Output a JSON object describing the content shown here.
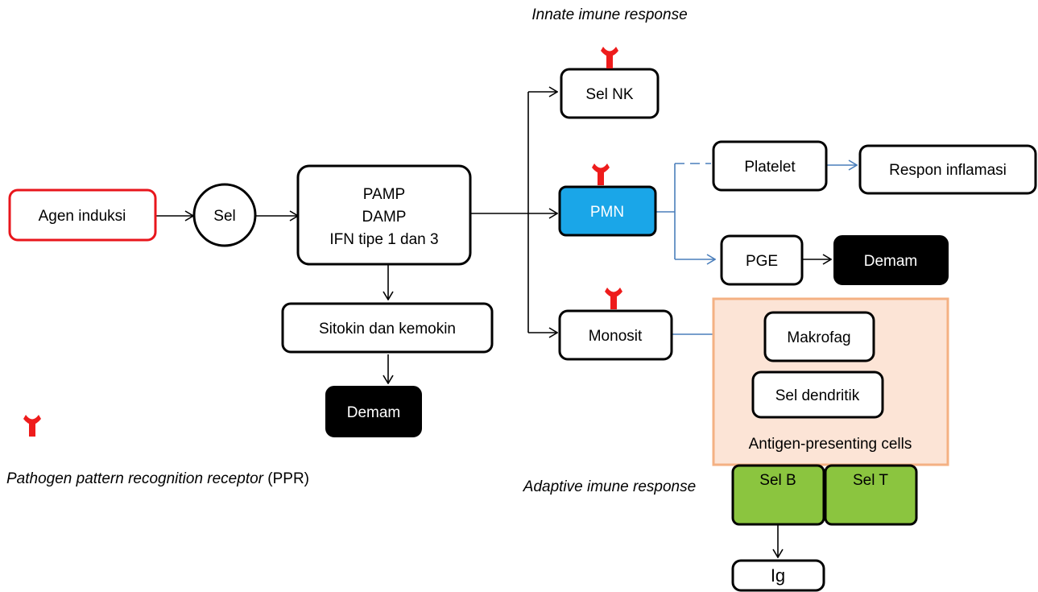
{
  "title_innate": "Innate imune response",
  "title_adaptive": "Adaptive imune response",
  "nodes": {
    "agen": "Agen induksi",
    "sel": "Sel",
    "pamp": "PAMP",
    "damp": "DAMP",
    "ifn": "IFN tipe 1 dan 3",
    "sitokin": "Sitokin dan kemokin",
    "demam_1": "Demam",
    "sel_nk": "Sel NK",
    "pmn": "PMN",
    "monosit": "Monosit",
    "platelet": "Platelet",
    "respon": "Respon inflamasi",
    "pge": "PGE",
    "demam_2": "Demam",
    "makrofag": "Makrofag",
    "sel_dendritik": "Sel dendritik",
    "apc_label": "Antigen-presenting cells",
    "sel_b": "Sel B",
    "sel_t": "Sel T",
    "ig": "Ig"
  },
  "legend": {
    "label_italic": "Pathogen pattern recognition receptor",
    "label_suffix": " (PPR)",
    "icon": "receptor-icon"
  },
  "colors": {
    "receptor": "#ee1c1c",
    "agen_border": "#e8161c",
    "pmn_fill": "#1aa6e8",
    "green_fill": "#8bc53f",
    "apc_fill": "#fce4d6",
    "apc_border": "#f4b183",
    "blue_line": "#4a7ebb",
    "black_box": "#000000"
  }
}
